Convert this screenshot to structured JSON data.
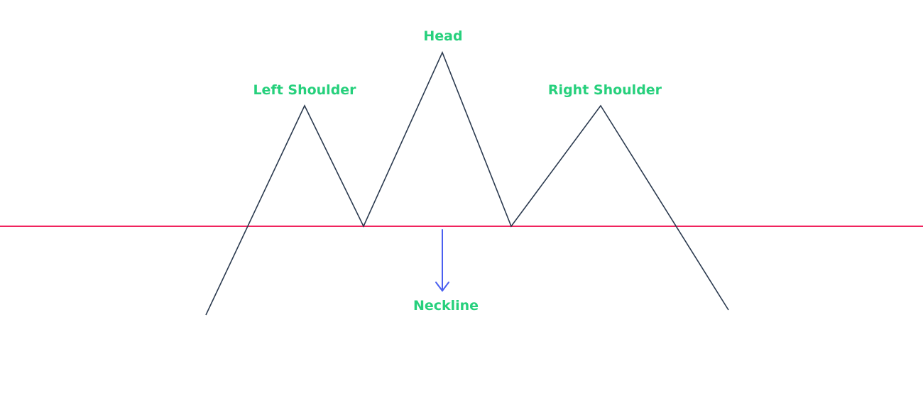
{
  "labels": {
    "head": "Head",
    "left_shoulder": "Left Shoulder",
    "right_shoulder": "Right Shoulder",
    "neckline": "Neckline"
  },
  "colors": {
    "price_line": "#2b3a4f",
    "neckline": "#f0245e",
    "arrow": "#4a5ff0",
    "label_text": "#26d07c"
  }
}
